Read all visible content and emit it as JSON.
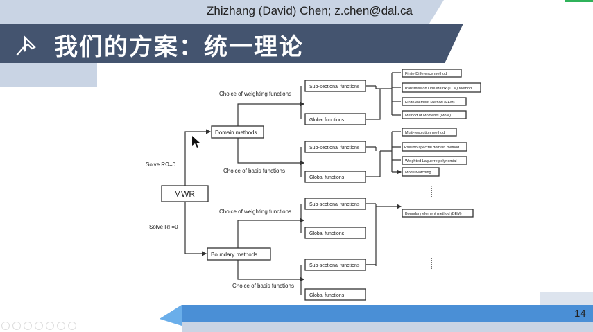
{
  "header": {
    "author": "Zhizhang (David) Chen; z.chen@dal.ca",
    "title": "我们的方案：统一理论"
  },
  "diagram": {
    "root": "MWR",
    "solve_domain": "Solve RΩ=0",
    "solve_boundary": "Solve RΓ=0",
    "domain": "Domain methods",
    "boundary": "Boundary methods",
    "weighting": "Choice of weighting  functions",
    "basis": "Choice of basis functions",
    "sub": "Sub-sectional functions",
    "global": "Global functions",
    "methods": [
      "Finite-Difference method",
      "Transmission Line Matrix (TLM) Method",
      "Finite-element Method (FEM)",
      "Method of Moments (MoM)",
      "Multi-resolution method",
      "Pseudo-spectral domain method",
      "Weighted Laguerre polynomial",
      "Mode Matching",
      "Boundary element method (BEM)"
    ]
  },
  "footer": {
    "page": "14"
  }
}
